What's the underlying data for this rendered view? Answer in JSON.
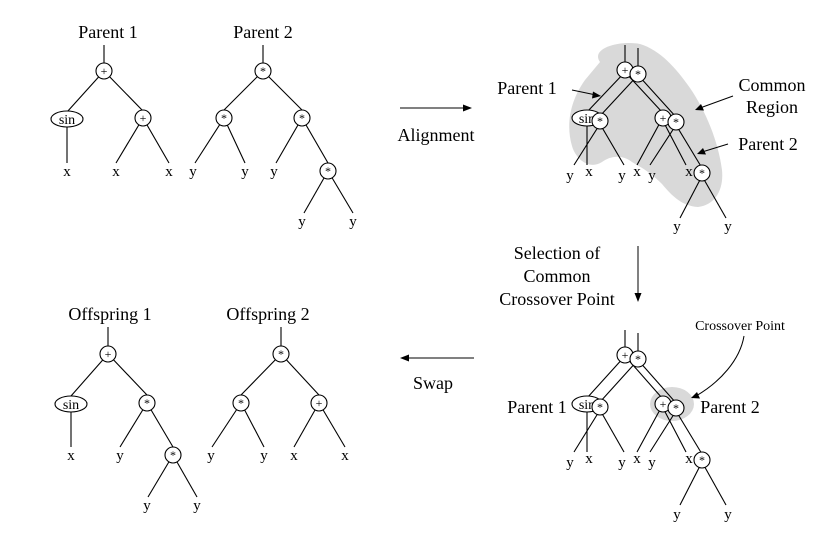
{
  "labels": {
    "parent1": "Parent 1",
    "parent2": "Parent 2",
    "offspring1": "Offspring 1",
    "offspring2": "Offspring 2",
    "alignment": "Alignment",
    "common_region_line1": "Common",
    "common_region_line2": "Region",
    "selection_line1": "Selection of",
    "selection_line2": "Common",
    "selection_line3": "Crossover Point",
    "swap": "Swap",
    "crossover_point": "Crossover Point"
  },
  "symbols": {
    "plus": "+",
    "times": "*",
    "sin": "sin",
    "x": "x",
    "y": "y"
  },
  "colors": {
    "shade": "#d9d9d9",
    "stroke": "#000000"
  }
}
